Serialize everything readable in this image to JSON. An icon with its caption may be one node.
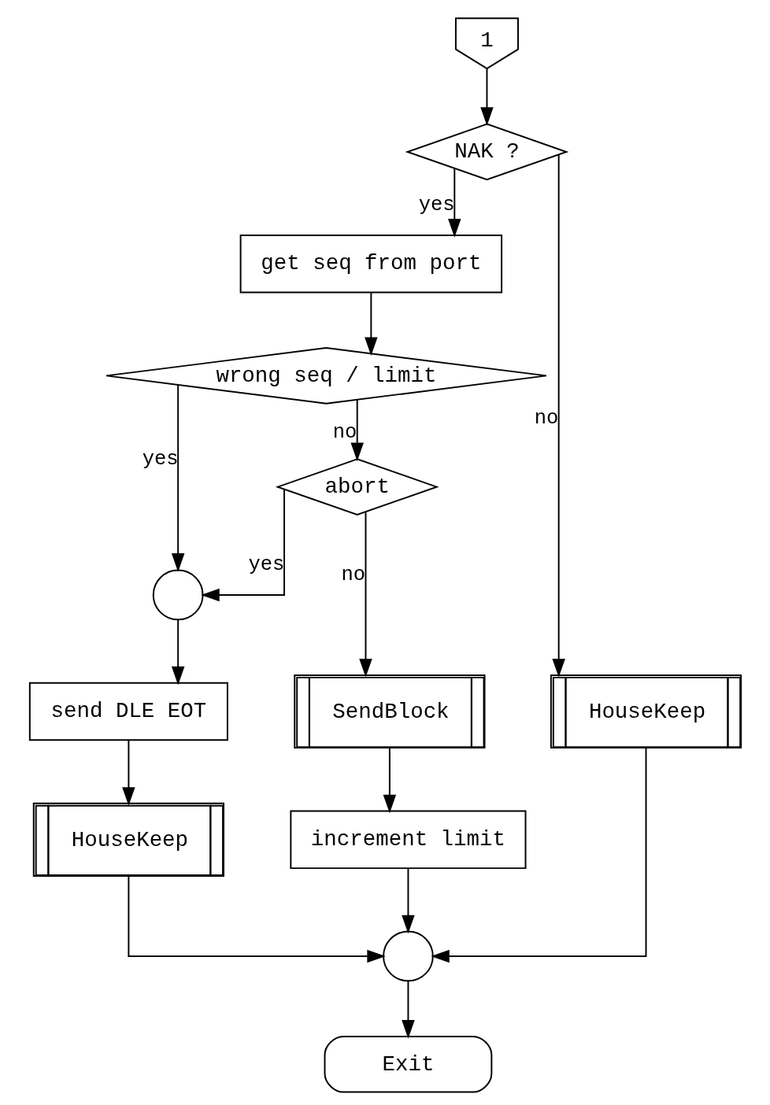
{
  "diagram": {
    "nodes": [
      {
        "text": [
          "1"
        ]
      },
      {
        "text": [
          "NAK ?"
        ]
      },
      {
        "text": [
          "get seq from port"
        ]
      },
      {
        "text": [
          "wrong seq / limit"
        ]
      },
      {
        "text": [
          "abort"
        ]
      },
      {
        "text": [],
        "shape": "circle"
      },
      {
        "text": [
          "HouseKeep"
        ]
      },
      {
        "text": [
          "SendBlock"
        ]
      },
      {
        "text": [
          "send DLE EOT"
        ]
      },
      {
        "text": [
          "increment limit"
        ]
      },
      {
        "text": [
          "HouseKeep"
        ]
      },
      {
        "text": [],
        "shape": "circle"
      },
      {
        "text": [
          "Exit"
        ]
      }
    ],
    "edges": [
      {
        "from": 0,
        "to": 1,
        "arrow": "to"
      },
      {
        "from": 1,
        "to": 6,
        "label": "no",
        "arrow": "to"
      },
      {
        "from": 1,
        "to": 2,
        "label": "yes",
        "arrow": "to"
      },
      {
        "from": 2,
        "to": 3,
        "arrow": "to"
      },
      {
        "from": 3,
        "to": 4,
        "label": "no",
        "arrow": "to"
      },
      {
        "from": 3,
        "to": 5,
        "label": "yes",
        "arrow": "to"
      },
      {
        "from": 4,
        "to": 5,
        "label": "yes",
        "arrow": "to"
      },
      {
        "from": 4,
        "to": 7,
        "label": "no",
        "arrow": "to"
      },
      {
        "from": 5,
        "to": 8,
        "arrow": "to"
      },
      {
        "from": 7,
        "to": 9,
        "arrow": "to"
      },
      {
        "from": 8,
        "to": 10,
        "arrow": "to"
      },
      {
        "from": 6,
        "to": 11,
        "arrow": "to"
      },
      {
        "from": 9,
        "to": 11,
        "arrow": "to"
      },
      {
        "from": 10,
        "to": 11,
        "arrow": "to"
      },
      {
        "from": 11,
        "to": 12,
        "arrow": "to"
      }
    ]
  }
}
